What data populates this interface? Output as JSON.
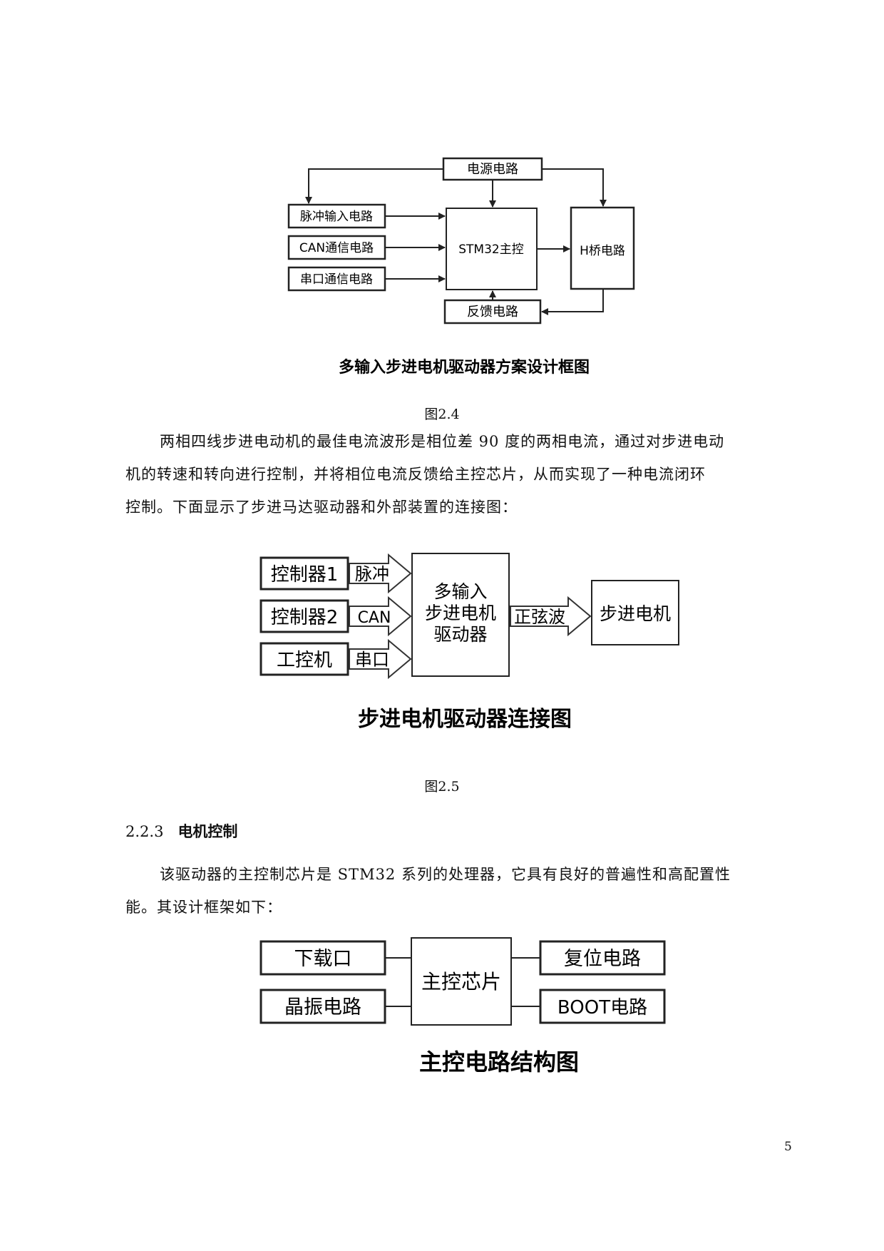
{
  "figure_2_4": {
    "power": "电源电路",
    "pulse": "脉冲输入电路",
    "can": "CAN通信电路",
    "serial": "串口通信电路",
    "mcu": "STM32主控",
    "hbridge": "H桥电路",
    "feedback": "反馈电路",
    "title": "多输入步进电机驱动器方案设计框图",
    "caption": "图2.4"
  },
  "paragraph_1": {
    "line1": "两相四线步进电动机的最佳电流波形是相位差 90 度的两相电流，通过对步进电动",
    "line2": "机的转速和转向进行控制，并将相位电流反馈给主控芯片，从而实现了一种电流闭环",
    "line3": "控制。下面显示了步进马达驱动器和外部装置的连接图："
  },
  "figure_2_5": {
    "ctrl1": "控制器1",
    "ctrl2": "控制器2",
    "ipc": "工控机",
    "pulse": "脉冲",
    "can": "CAN",
    "serial": "串口",
    "driver_l1": "多输入",
    "driver_l2": "步进电机",
    "driver_l3": "驱动器",
    "sine": "正弦波",
    "motor": "步进电机",
    "title": "步进电机驱动器连接图",
    "caption": "图2.5"
  },
  "section": {
    "number": "2.2.3",
    "title": "电机控制"
  },
  "paragraph_2": {
    "line1": "该驱动器的主控制芯片是 STM32 系列的处理器，它具有良好的普遍性和高配置性",
    "line2": "能。其设计框架如下："
  },
  "figure_main": {
    "download": "下载口",
    "crystal": "晶振电路",
    "chip": "主控芯片",
    "reset": "复位电路",
    "boot": "BOOT电路",
    "title": "主控电路结构图"
  },
  "page_number": "5"
}
